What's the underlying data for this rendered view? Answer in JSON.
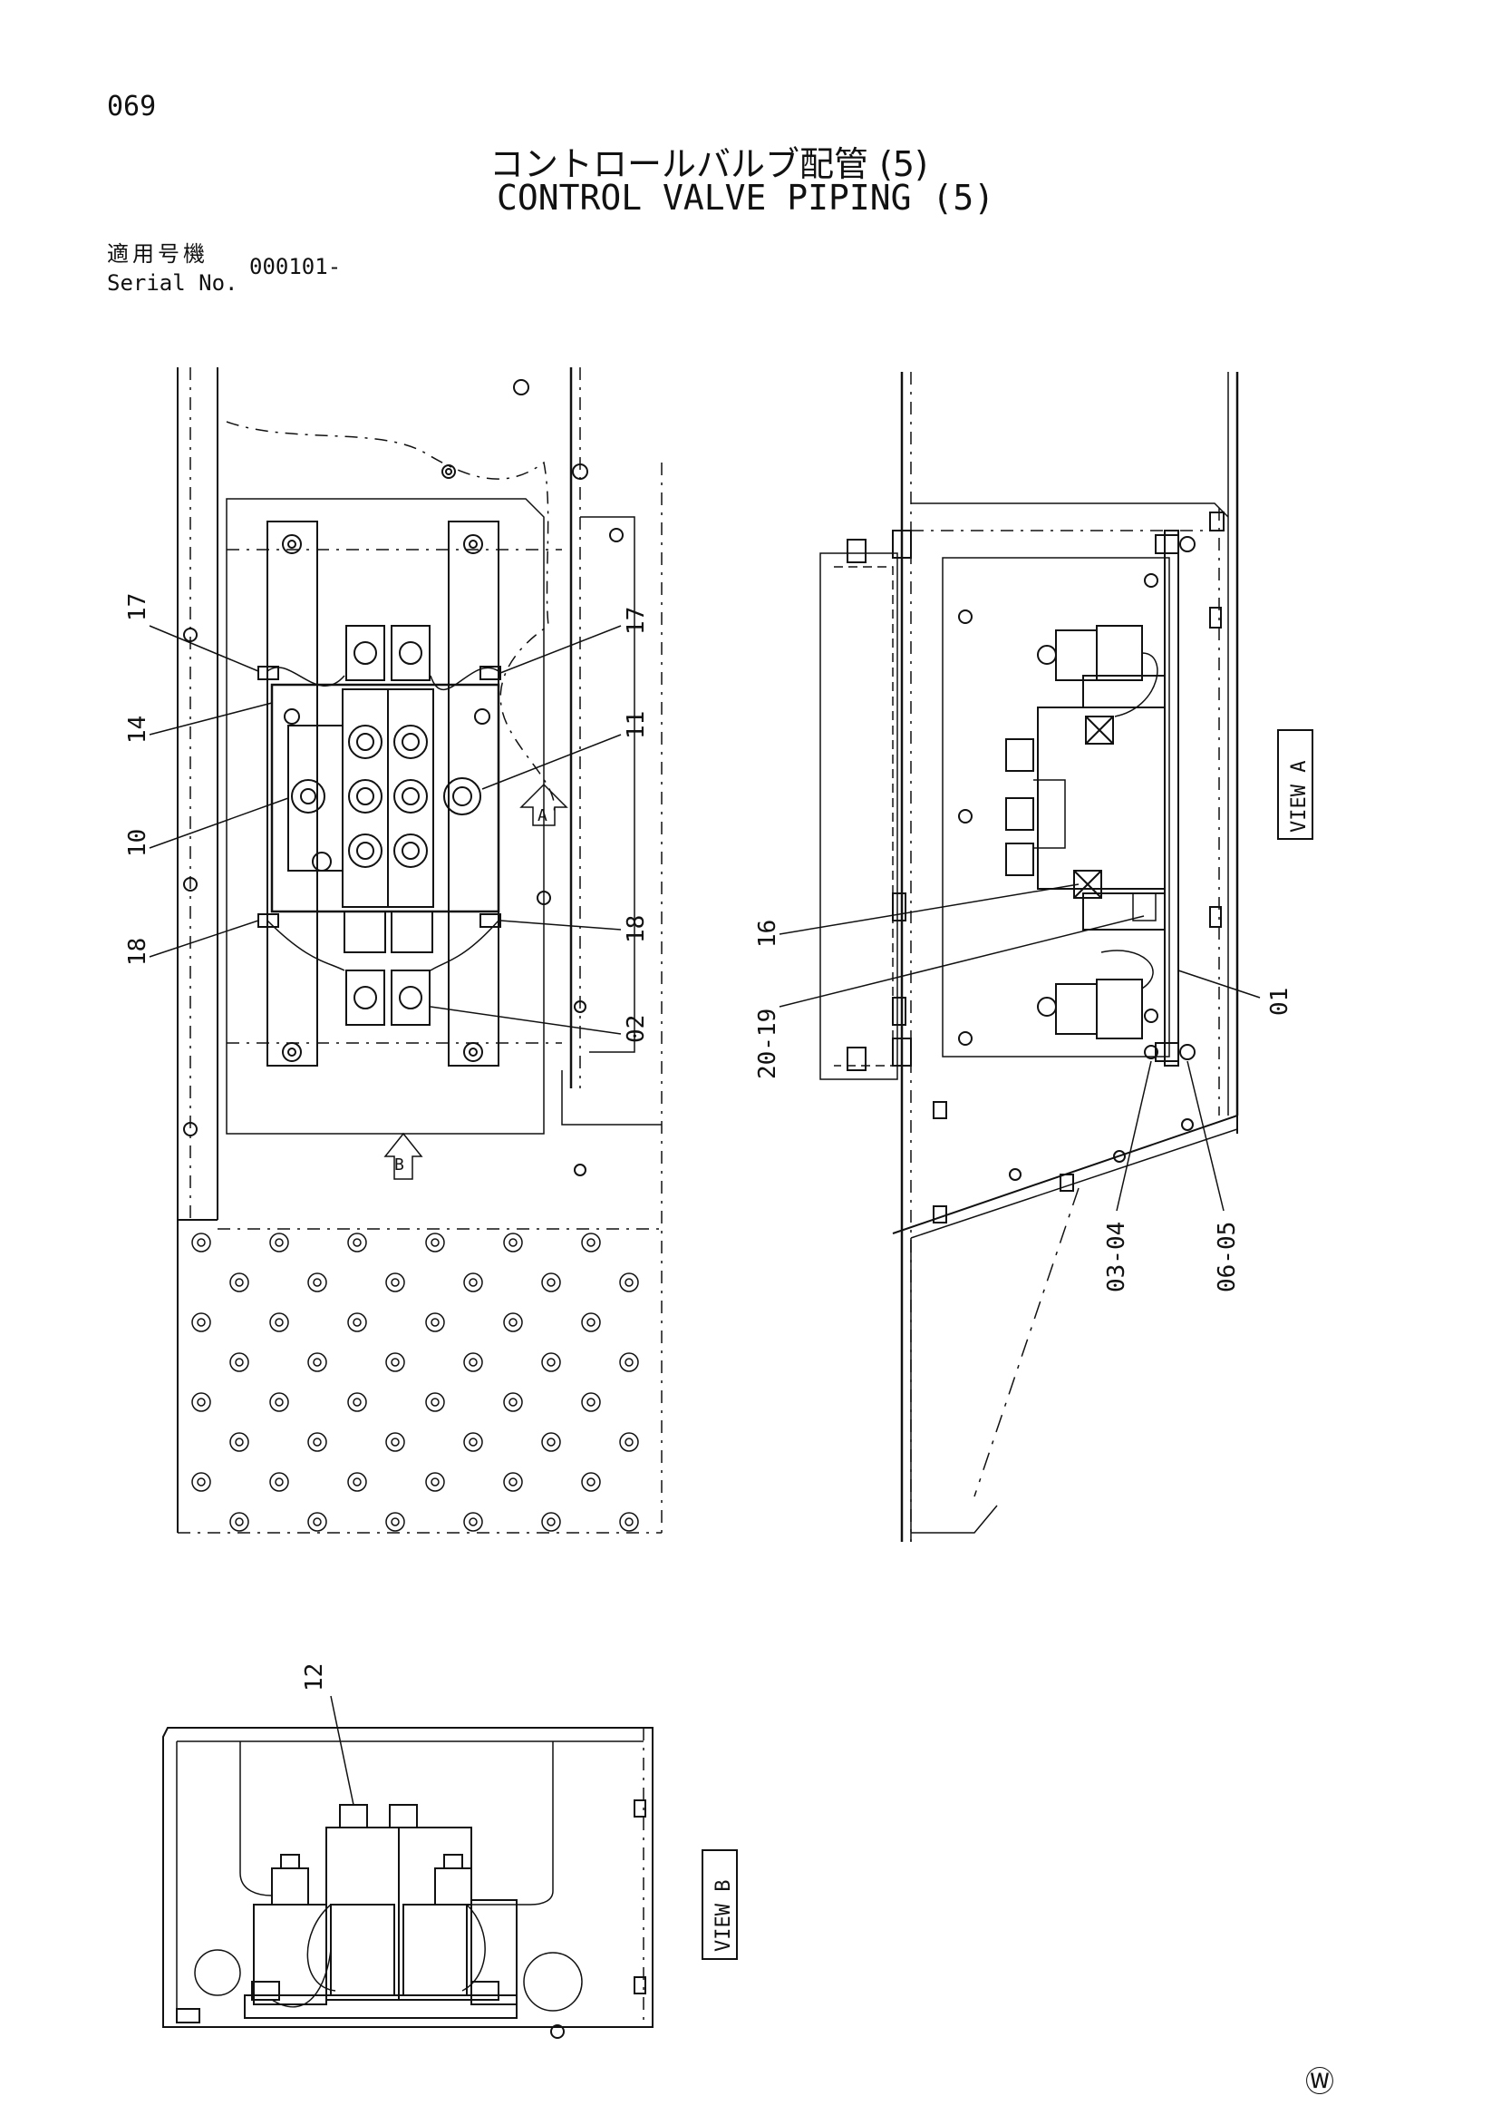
{
  "header": {
    "page_no": "069",
    "title_jp": "コントロールバルブ配管 (5)",
    "title_en": "CONTROL VALVE PIPING (5)",
    "serial_label_jp": "適用号機",
    "serial_label_en": "Serial No.",
    "serial_value": "000101-"
  },
  "callouts": {
    "c17a": "17",
    "c14": "14",
    "c10": "10",
    "c18a": "18",
    "c17b": "17",
    "c11": "11",
    "c18b": "18",
    "c02": "02",
    "c16": "16",
    "c2019": "20-19",
    "c01": "01",
    "c0304": "03-04",
    "c0605": "06-05",
    "c12": "12"
  },
  "views": {
    "view_a": "VIEW A",
    "view_b": "VIEW B",
    "arrow_a": "A",
    "arrow_b": "B"
  },
  "footer": {
    "mark": "Ⓦ"
  }
}
